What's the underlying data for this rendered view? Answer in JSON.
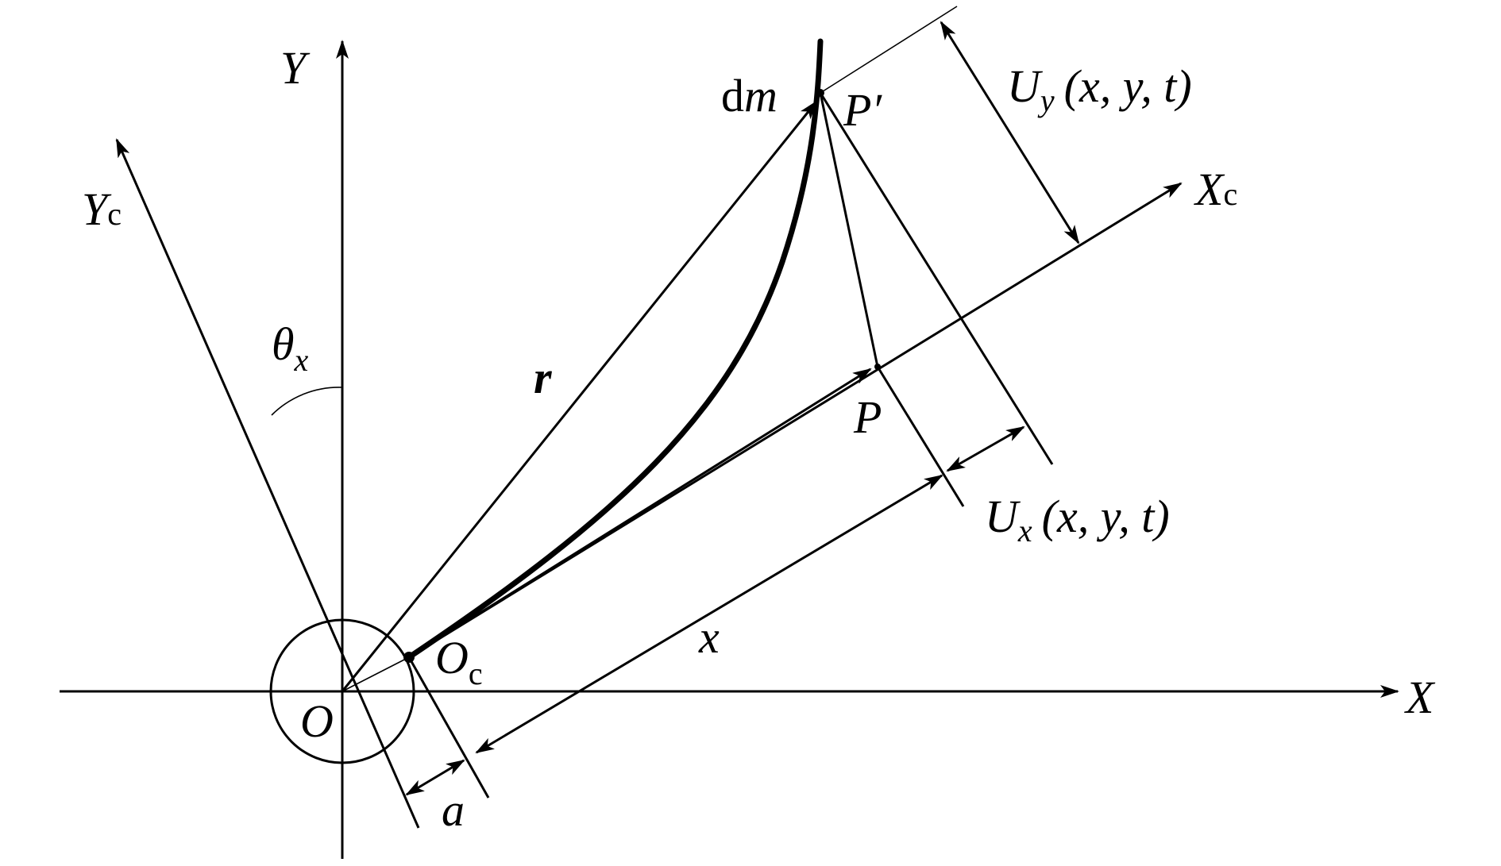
{
  "labels": {
    "X": "X",
    "Y": "Y",
    "Xc_main": "X",
    "Xc_sub": "c",
    "Yc_main": "Y",
    "Yc_sub": "c",
    "O": "O",
    "Oc_main": "O",
    "Oc_sub": "c",
    "theta_main": "θ",
    "theta_sub": "x",
    "r": "r",
    "dm_d": "d",
    "dm_m": "m",
    "P": "P",
    "P_prime": "P′",
    "x": "x",
    "a": "a",
    "Ux_main": "U",
    "Ux_sub": "x",
    "Ux_args": "(x, y, t)",
    "Uy_main": "U",
    "Uy_sub": "y",
    "Uy_args": "(x, y, t)"
  }
}
